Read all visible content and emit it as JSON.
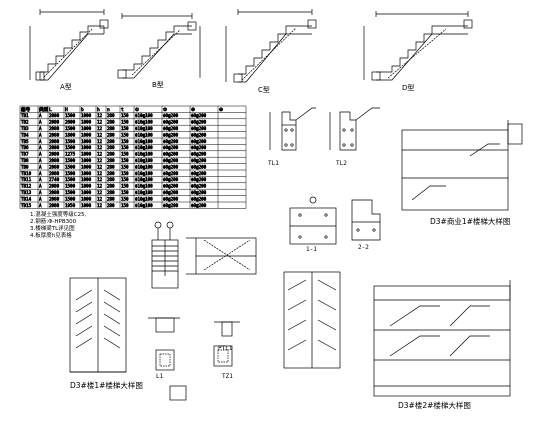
{
  "drawing": {
    "colors": {
      "line": "#000000",
      "background": "#ffffff"
    },
    "stair_types": [
      {
        "key": "A",
        "label": "A型"
      },
      {
        "key": "B",
        "label": "B型"
      },
      {
        "key": "C",
        "label": "C型"
      },
      {
        "key": "D",
        "label": "D型"
      }
    ],
    "table": {
      "columns": [
        "编号",
        "类型",
        "L",
        "H",
        "b",
        "h",
        "n",
        "t",
        "①",
        "②",
        "③",
        "④"
      ],
      "rows": [
        [
          "TB1",
          "A",
          "2080",
          "1500",
          "1000",
          "12",
          "280",
          "150",
          "Φ10@100",
          "Φ8@200",
          "Φ8@200",
          ""
        ],
        [
          "TB2",
          "A",
          "2080",
          "2600",
          "1000",
          "12",
          "280",
          "150",
          "Φ10@100",
          "Φ8@200",
          "Φ8@200",
          ""
        ],
        [
          "TB3",
          "A",
          "2080",
          "1500",
          "1000",
          "12",
          "280",
          "150",
          "Φ10@100",
          "Φ8@200",
          "Φ8@200",
          ""
        ],
        [
          "TB4",
          "A",
          "2080",
          "1800",
          "1000",
          "12",
          "280",
          "150",
          "Φ10@100",
          "Φ8@200",
          "Φ8@200",
          ""
        ],
        [
          "TB5",
          "A",
          "2080",
          "1500",
          "1000",
          "12",
          "280",
          "150",
          "Φ10@100",
          "Φ8@200",
          "Φ8@200",
          ""
        ],
        [
          "TB6",
          "A",
          "2080",
          "1500",
          "1000",
          "12",
          "280",
          "150",
          "Φ10@100",
          "Φ8@200",
          "Φ8@200",
          ""
        ],
        [
          "TB7",
          "A",
          "2080",
          "1275",
          "1000",
          "12",
          "280",
          "150",
          "Φ10@100",
          "Φ8@200",
          "Φ8@200",
          ""
        ],
        [
          "TB8",
          "A",
          "2080",
          "1500",
          "1000",
          "12",
          "280",
          "150",
          "Φ10@100",
          "Φ8@200",
          "Φ8@200",
          ""
        ],
        [
          "TB9",
          "A",
          "2080",
          "1500",
          "1000",
          "12",
          "280",
          "150",
          "Φ10@100",
          "Φ8@200",
          "Φ8@200",
          ""
        ],
        [
          "TB10",
          "A",
          "2080",
          "1500",
          "1000",
          "12",
          "280",
          "150",
          "Φ10@100",
          "Φ8@200",
          "Φ8@200",
          ""
        ],
        [
          "TB11",
          "A",
          "2740",
          "1500",
          "1000",
          "12",
          "280",
          "150",
          "Φ10@100",
          "Φ8@200",
          "Φ8@200",
          ""
        ],
        [
          "TB12",
          "A",
          "2080",
          "1500",
          "1000",
          "12",
          "280",
          "150",
          "Φ10@100",
          "Φ8@200",
          "Φ8@200",
          ""
        ],
        [
          "TB13",
          "A",
          "2080",
          "1500",
          "1000",
          "12",
          "280",
          "150",
          "Φ10@100",
          "Φ8@200",
          "Φ8@200",
          ""
        ],
        [
          "TB14",
          "A",
          "2080",
          "1500",
          "1000",
          "12",
          "280",
          "150",
          "Φ10@100",
          "Φ8@200",
          "Φ8@200",
          ""
        ],
        [
          "TB15",
          "A",
          "2080",
          "1950",
          "1000",
          "12",
          "280",
          "150",
          "Φ10@100",
          "Φ8@200",
          "Φ8@200",
          ""
        ]
      ]
    },
    "notes": [
      "1.混凝土强度等级C25,",
      "2.钢筋:Φ-HPB300",
      "3.楼梯梁TL详见图",
      "4.板厚度h见表格"
    ],
    "section_labels": [
      "1-1",
      "2-2",
      "PTL1",
      "TZ1",
      "L1",
      "TL1",
      "TL2"
    ],
    "titles": {
      "d3_shop_stair": "D3#商业1#楼梯大样图",
      "d3_bldg_stair1": "D3#楼1#楼梯大样图",
      "d3_bldg_stair2": "D3#楼2#楼梯大样图"
    }
  }
}
